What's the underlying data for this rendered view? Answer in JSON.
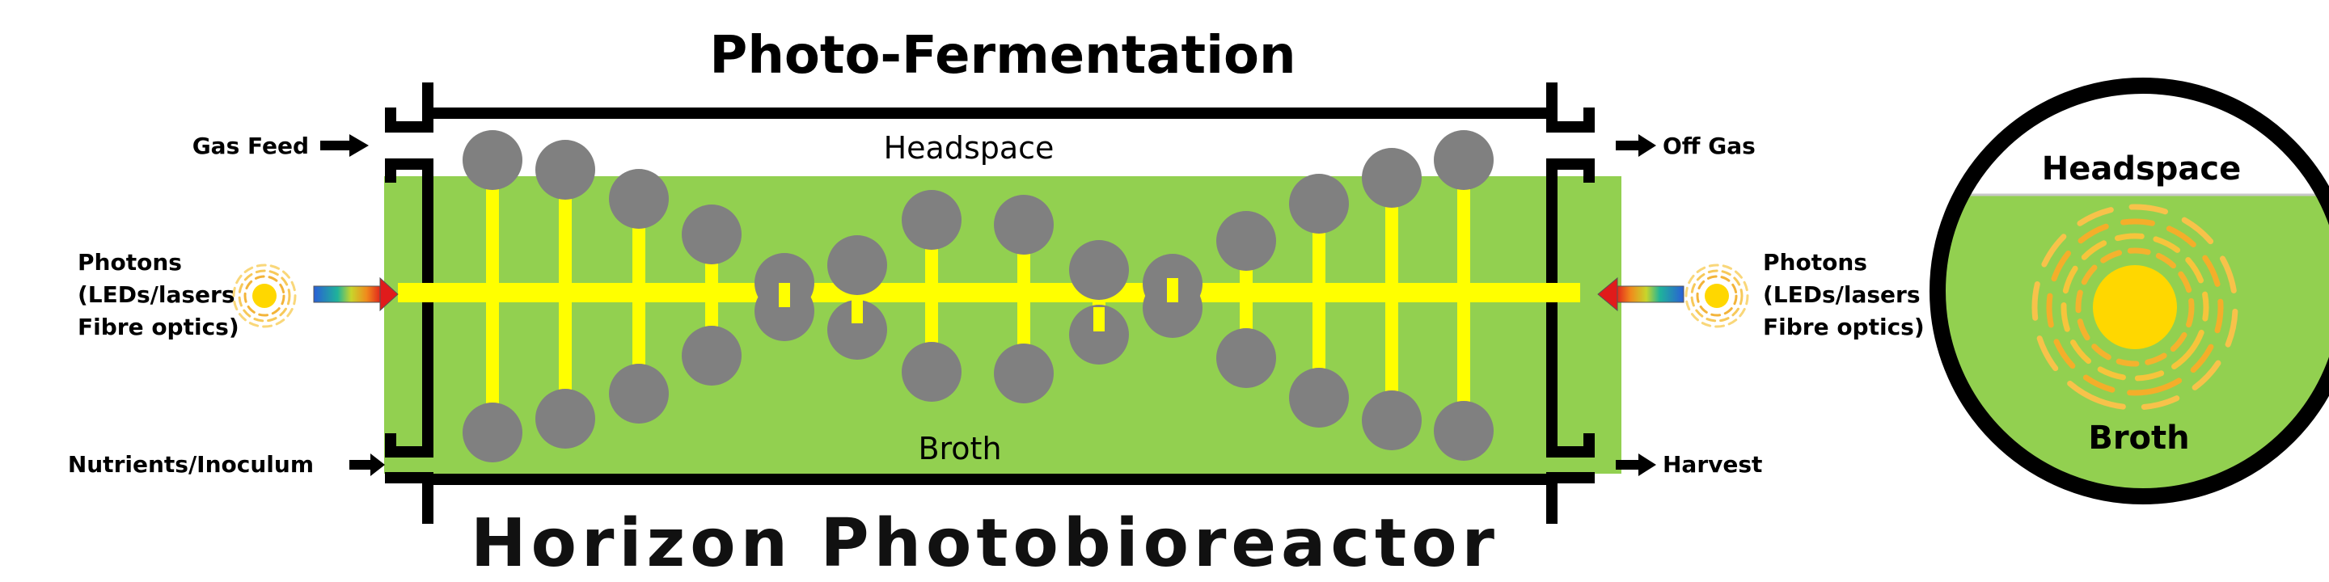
{
  "title": "Photo-Fermentation",
  "subtitle": "Horizon Photobioreactor",
  "reactor": {
    "headspace_label": "Headspace",
    "broth_label": "Broth"
  },
  "ports": {
    "gas_feed": "Gas Feed",
    "off_gas": "Off Gas",
    "nutrients": "Nutrients/Inoculum",
    "harvest": "Harvest"
  },
  "photons_left": [
    "Photons",
    "(LEDs/lasers",
    "Fibre optics)"
  ],
  "photons_right": [
    "Photons",
    "(LEDs/lasers",
    "Fibre optics)"
  ],
  "cross_section": {
    "headspace_label": "Headspace",
    "broth_label": "Broth"
  },
  "colors": {
    "broth": "#92d050",
    "light_rod": "#ffff00",
    "diffuser": "#808080",
    "outline": "#000000",
    "sun": "#ffd700"
  }
}
